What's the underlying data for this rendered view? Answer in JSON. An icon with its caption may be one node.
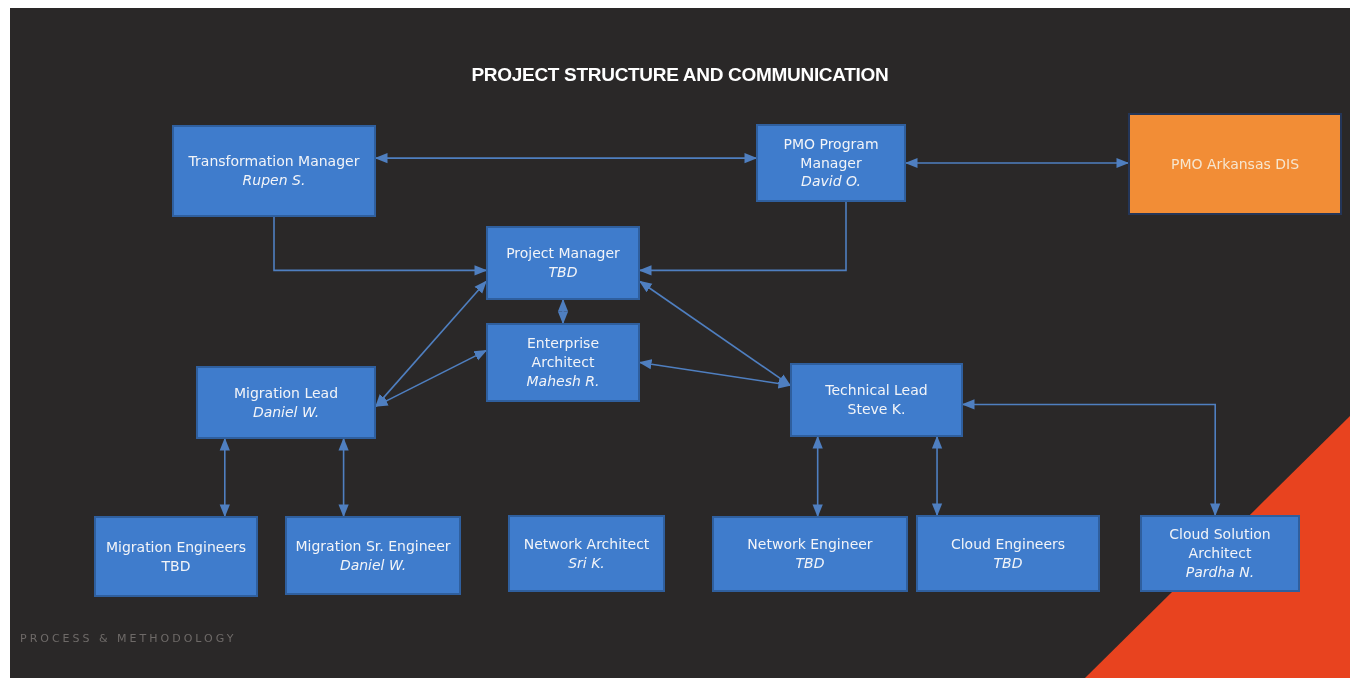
{
  "diagram": {
    "title": "PROJECT STRUCTURE AND COMMUNICATION",
    "nodes": [
      {
        "text": [
          "Transformation Manager",
          "Rupen S."
        ]
      },
      {
        "text": [
          "PMO Program Manager",
          "David O."
        ]
      },
      {
        "text": [
          "PMO Arkansas DIS"
        ]
      },
      {
        "text": [
          "Project Manager",
          "TBD"
        ]
      },
      {
        "text": [
          "Enterprise Architect",
          "Mahesh R."
        ]
      },
      {
        "text": [
          "Migration Lead",
          "Daniel W."
        ]
      },
      {
        "text": [
          "Technical Lead",
          "Steve K."
        ]
      },
      {
        "text": [
          "Migration Engineers",
          "TBD"
        ]
      },
      {
        "text": [
          "Migration Sr. Engineer",
          "Daniel W."
        ]
      },
      {
        "text": [
          "Network Architect",
          "Sri K."
        ]
      },
      {
        "text": [
          "Network Engineer",
          "TBD"
        ]
      },
      {
        "text": [
          "Cloud Engineers",
          "TBD"
        ]
      },
      {
        "text": [
          "Cloud Solution Architect",
          "Pardha N."
        ]
      }
    ],
    "edges": [
      {
        "from": 0,
        "to": 1,
        "arrow": "both"
      },
      {
        "from": 2,
        "to": 1,
        "arrow": "both"
      },
      {
        "from": 0,
        "to": 3,
        "arrow": "to"
      },
      {
        "from": 1,
        "to": 3,
        "arrow": "to"
      },
      {
        "from": 3,
        "to": 4,
        "arrow": "both"
      },
      {
        "from": 5,
        "to": 3,
        "arrow": "both"
      },
      {
        "from": 5,
        "to": 4,
        "arrow": "both"
      },
      {
        "from": 6,
        "to": 3,
        "arrow": "both"
      },
      {
        "from": 6,
        "to": 4,
        "arrow": "both"
      },
      {
        "from": 5,
        "to": 7,
        "arrow": "both"
      },
      {
        "from": 5,
        "to": 8,
        "arrow": "both"
      },
      {
        "from": 6,
        "to": 10,
        "arrow": "both"
      },
      {
        "from": 6,
        "to": 11,
        "arrow": "both"
      },
      {
        "from": 6,
        "to": 12,
        "arrow": "both"
      }
    ],
    "labels": [
      "PROCESS & METHODOLOGY"
    ]
  }
}
